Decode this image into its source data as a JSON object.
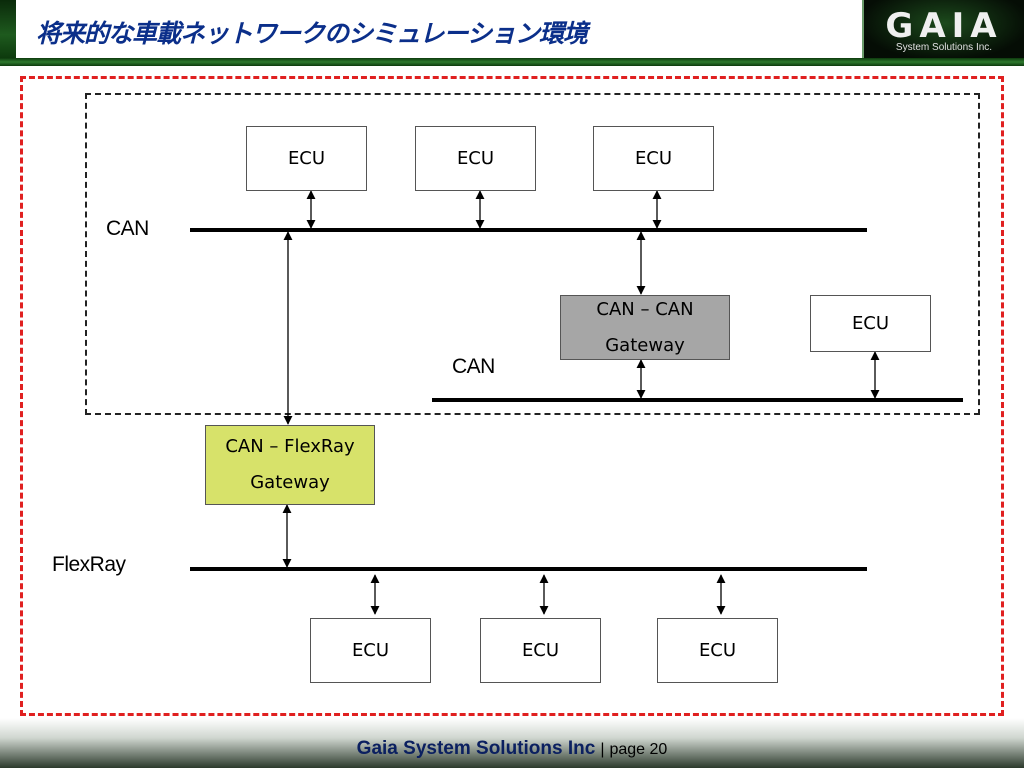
{
  "header": {
    "title": "将来的な車載ネットワークのシミュレーション環境"
  },
  "logo": {
    "word": "GAIA",
    "subtitle": "System Solutions Inc."
  },
  "diagram": {
    "top_ecus": [
      "ECU",
      "ECU",
      "ECU"
    ],
    "can_bus_1_label": "CAN",
    "can_can_gateway": {
      "line1": "CAN – CAN",
      "line2": "Gateway"
    },
    "right_ecu": "ECU",
    "can_bus_2_label": "CAN",
    "can_flexray_gateway": {
      "line1": "CAN – FlexRay",
      "line2": "Gateway"
    },
    "flexray_bus_label": "FlexRay",
    "bottom_ecus": [
      "ECU",
      "ECU",
      "ECU"
    ]
  },
  "colors": {
    "accent_red": "#e02020",
    "gateway_grey": "#a6a6a6",
    "gateway_yellow": "#d7e26a",
    "title_blue": "#0b2f8a",
    "brand_green": "#1e5a1e"
  },
  "footer": {
    "company": "Gaia System Solutions Inc",
    "separator": "|",
    "page": "page 20"
  }
}
